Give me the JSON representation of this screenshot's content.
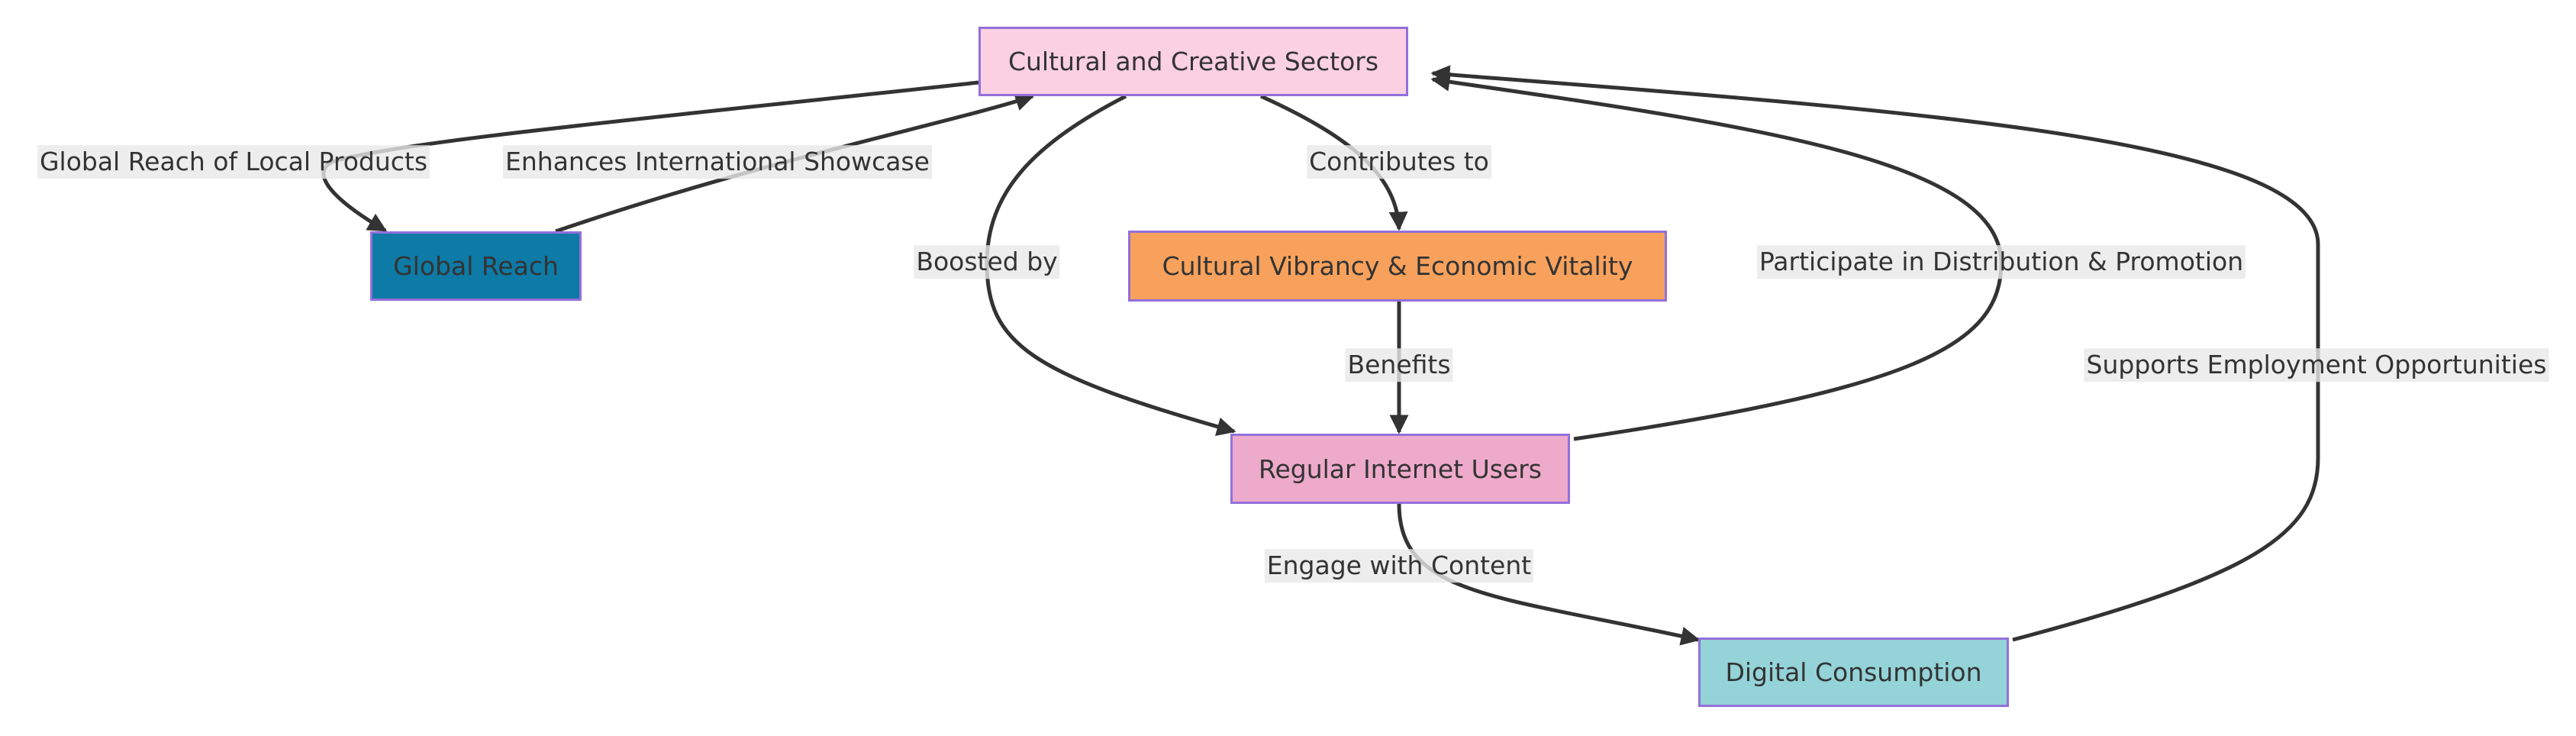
{
  "nodes": {
    "cultural_creative": {
      "label": "Cultural and Creative Sectors",
      "fill": "#fbd0e3"
    },
    "global_reach": {
      "label": "Global Reach",
      "fill": "#0e7aa6"
    },
    "vibrancy": {
      "label": "Cultural Vibrancy & Economic Vitality",
      "fill": "#f7a15c"
    },
    "internet_users": {
      "label": "Regular Internet Users",
      "fill": "#eeaacb"
    },
    "digital_consumption": {
      "label": "Digital Consumption",
      "fill": "#94d3d8"
    }
  },
  "edges": {
    "global_reach_of_local": "Global Reach of Local Products",
    "enhances_showcase": "Enhances International Showcase",
    "contributes_to": "Contributes to",
    "boosted_by": "Boosted by",
    "participate": "Participate in Distribution & Promotion",
    "benefits": "Benefits",
    "supports_employment": "Supports Employment Opportunities",
    "engage_with": "Engage with Content"
  },
  "colors": {
    "edge_stroke": "#333333",
    "node_border": "#9370db",
    "label_background": "#e8e8e8"
  }
}
